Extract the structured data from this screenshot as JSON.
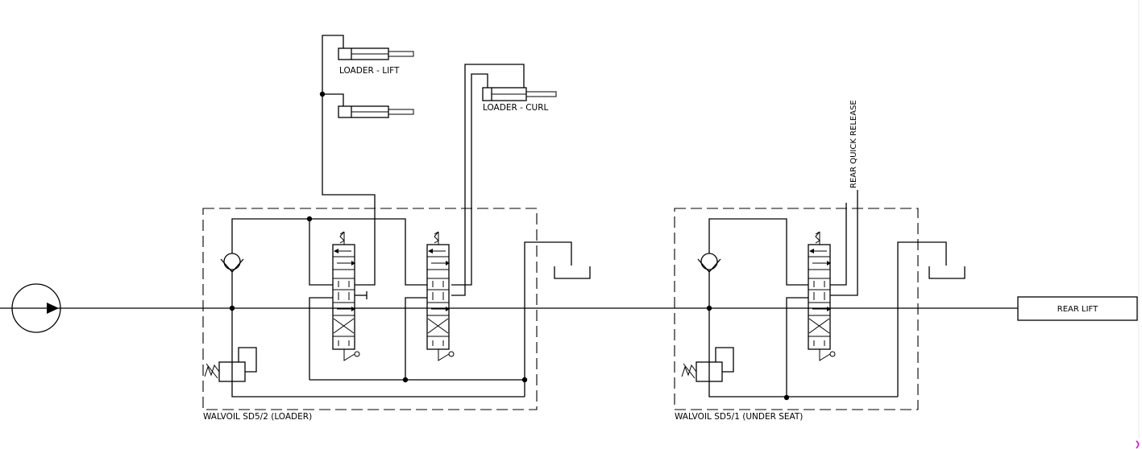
{
  "labels": {
    "loader_lift": "LOADER - LIFT",
    "loader_curl": "LOADER - CURL",
    "rear_quick_release": "REAR QUICK RELEASE",
    "rear_lift": "REAR LIFT",
    "walvoil_loader": "WALVOIL SD5/2 (LOADER)",
    "walvoil_under_seat": "WALVOIL SD5/1 (UNDER SEAT)"
  },
  "colors": {
    "line": "#000000",
    "background": "#ffffff",
    "corner_mark": "#cc00cc"
  }
}
